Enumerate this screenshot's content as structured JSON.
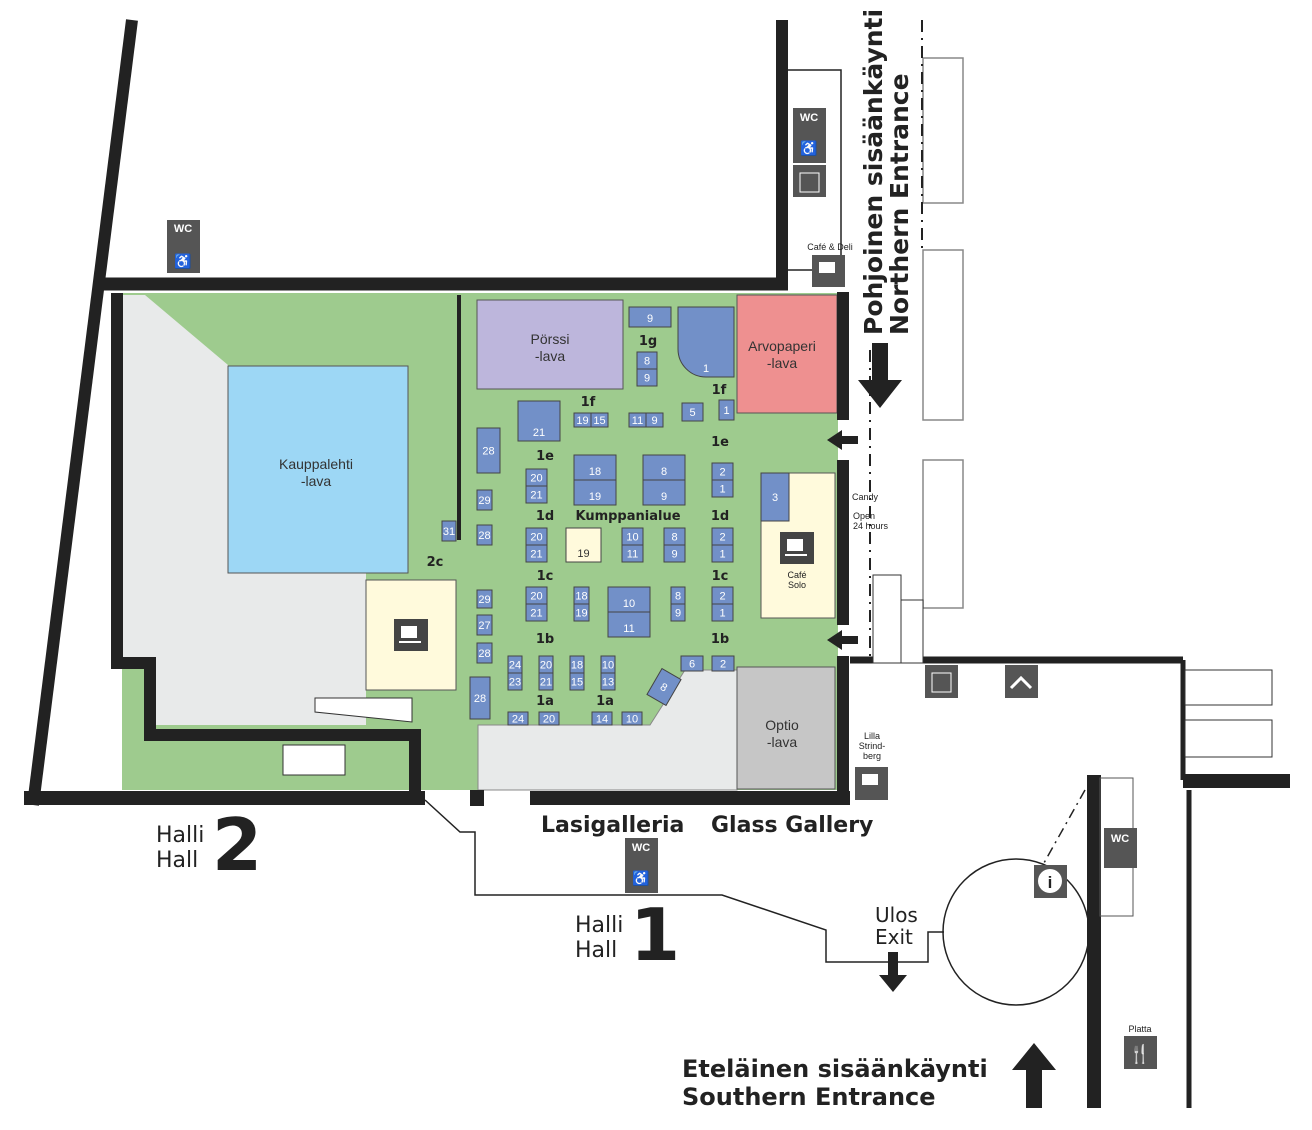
{
  "colors": {
    "floor": "#9ecb8e",
    "booth": "#7290c8",
    "wall": "#222222",
    "grey_area": "#e8eaea",
    "kauppalehti": "#9dd7f5",
    "porssi": "#bdb6dc",
    "arvopaperi": "#ee9090",
    "cafe": "#fffadc",
    "optio": "#c6c6c6"
  },
  "stages": {
    "kauppalehti": [
      "Kauppalehti",
      "-lava"
    ],
    "porssi": [
      "Pörssi",
      "-lava"
    ],
    "arvopaperi": [
      "Arvopaperi",
      "-lava"
    ],
    "optio": [
      "Optio",
      "-lava"
    ]
  },
  "zones": [
    "1g",
    "1f",
    "1f",
    "1e",
    "1e",
    "1d",
    "Kumppanialue",
    "1d",
    "2c",
    "1c",
    "1c",
    "1b",
    "1b",
    "1a",
    "1a"
  ],
  "booths": [
    "9",
    "8",
    "9",
    "1",
    "21",
    "19",
    "15",
    "11",
    "9",
    "5",
    "1",
    "28",
    "20",
    "21",
    "18",
    "19",
    "8",
    "9",
    "2",
    "1",
    "3",
    "29",
    "31",
    "28",
    "20",
    "21",
    "19",
    "10",
    "11",
    "8",
    "9",
    "2",
    "1",
    "29",
    "27",
    "28",
    "20",
    "21",
    "18",
    "19",
    "10",
    "11",
    "8",
    "9",
    "2",
    "1",
    "28",
    "24",
    "23",
    "20",
    "21",
    "18",
    "15",
    "10",
    "13",
    "8",
    "6",
    "2",
    "24",
    "20",
    "14",
    "10"
  ],
  "facilities": {
    "wc": "WC",
    "cafe_deli": "Café & Deli",
    "candy": "Candy",
    "open_24": [
      "Open",
      "24 hours"
    ],
    "cafe_solo": [
      "Café",
      "Solo"
    ],
    "lilla_strindberg": [
      "Lilla",
      "Strind-",
      "berg"
    ],
    "platta": "Platta",
    "info": "i"
  },
  "labels": {
    "northern": [
      "Pohjoinen sisäänkäynti",
      "Northern Entrance"
    ],
    "southern": [
      "Eteläinen sisäänkäynti",
      "Southern Entrance"
    ],
    "lasigalleria": "Lasigalleria",
    "glass_gallery": "Glass Gallery",
    "hall2": [
      "Halli",
      "Hall",
      "2"
    ],
    "hall1": [
      "Halli",
      "Hall",
      "1"
    ],
    "exit": [
      "Ulos",
      "Exit"
    ]
  }
}
